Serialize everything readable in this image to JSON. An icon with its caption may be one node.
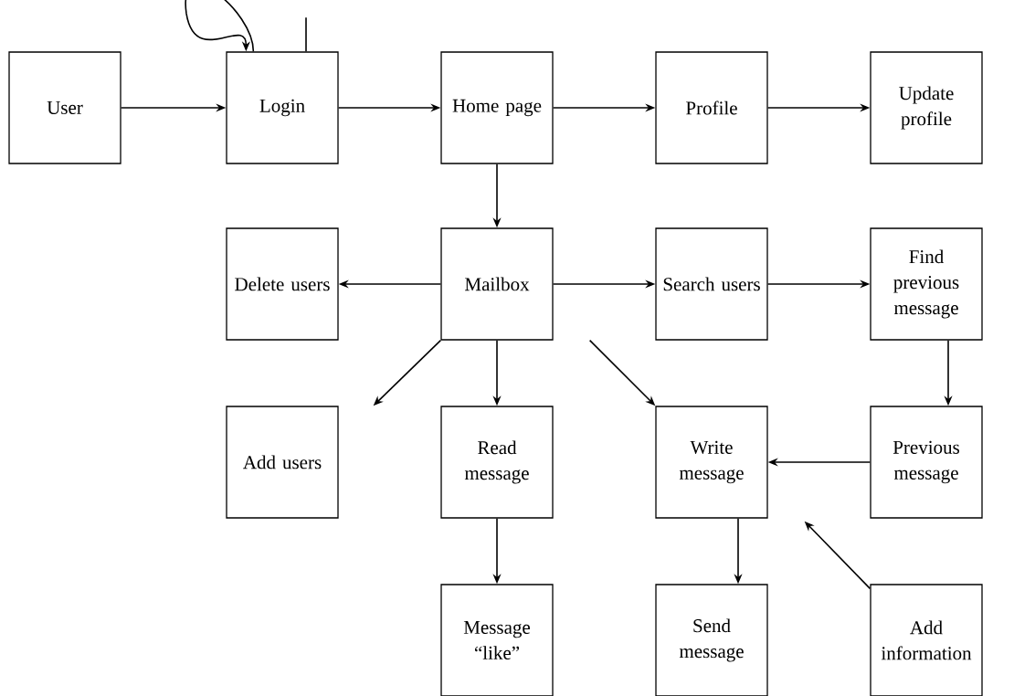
{
  "diagram": {
    "nodes": [
      {
        "text": [
          "User"
        ]
      },
      {
        "text": [
          "Login"
        ]
      },
      {
        "text": [
          "Home page"
        ]
      },
      {
        "text": [
          "Profile"
        ]
      },
      {
        "text": [
          "Update profile"
        ]
      },
      {
        "text": [
          "Delete users"
        ]
      },
      {
        "text": [
          "Mailbox"
        ]
      },
      {
        "text": [
          "Search users"
        ]
      },
      {
        "text": [
          "Find previous message"
        ]
      },
      {
        "text": [
          "Add users"
        ]
      },
      {
        "text": [
          "Read message"
        ]
      },
      {
        "text": [
          "Write message"
        ]
      },
      {
        "text": [
          "Previous message"
        ]
      },
      {
        "text": [
          "Message “like”"
        ]
      },
      {
        "text": [
          "Send message"
        ]
      },
      {
        "text": [
          "Add information"
        ]
      }
    ],
    "edges": [
      {
        "from": 0,
        "to": 1,
        "arrow": "to"
      },
      {
        "from": 1,
        "to": 1,
        "arrow": "to"
      },
      {
        "from": 1,
        "to": null,
        "arrow": "none"
      },
      {
        "from": 1,
        "to": 2,
        "arrow": "to"
      },
      {
        "from": 2,
        "to": 3,
        "arrow": "to"
      },
      {
        "from": 3,
        "to": 4,
        "arrow": "to"
      },
      {
        "from": 2,
        "to": 6,
        "arrow": "to"
      },
      {
        "from": 6,
        "to": 5,
        "arrow": "to"
      },
      {
        "from": 6,
        "to": 7,
        "arrow": "to"
      },
      {
        "from": 7,
        "to": 8,
        "arrow": "to"
      },
      {
        "from": 6,
        "to": 9,
        "arrow": "to"
      },
      {
        "from": 6,
        "to": 10,
        "arrow": "to"
      },
      {
        "from": 6,
        "to": 11,
        "arrow": "to"
      },
      {
        "from": 8,
        "to": 12,
        "arrow": "to"
      },
      {
        "from": 12,
        "to": 11,
        "arrow": "to"
      },
      {
        "from": 10,
        "to": 13,
        "arrow": "to"
      },
      {
        "from": 11,
        "to": 14,
        "arrow": "to"
      },
      {
        "from": 15,
        "to": 11,
        "arrow": "to"
      }
    ]
  }
}
